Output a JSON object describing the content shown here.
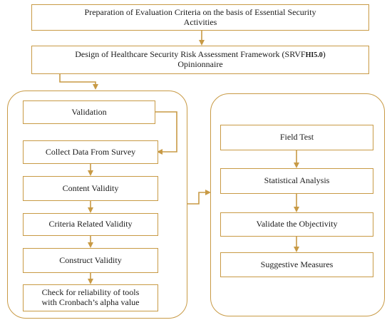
{
  "step1": {
    "line1": "Preparation of Evaluation Criteria on the basis of Essential Security",
    "line2": "Activities"
  },
  "step2": {
    "line1": "Design of  Healthcare Security Risk Assessment Framework (SRVF",
    "line1_bold": "HI5.0",
    "line1_end": ")",
    "line2": "Opinionnaire"
  },
  "left_column": {
    "validation": "Validation",
    "collect": "Collect Data From Survey",
    "content": "Content Validity",
    "criteria": "Criteria Related Validity",
    "construct": "Construct Validity",
    "reliability_line1": "Check for reliability of tools",
    "reliability_line2": "with Cronbach’s alpha value"
  },
  "right_column": {
    "field": "Field Test",
    "stats": "Statistical Analysis",
    "validate": "Validate the Objectivity",
    "measures": "Suggestive Measures"
  },
  "colors": {
    "stroke": "#c89a45",
    "text": "#1a1a1a"
  }
}
